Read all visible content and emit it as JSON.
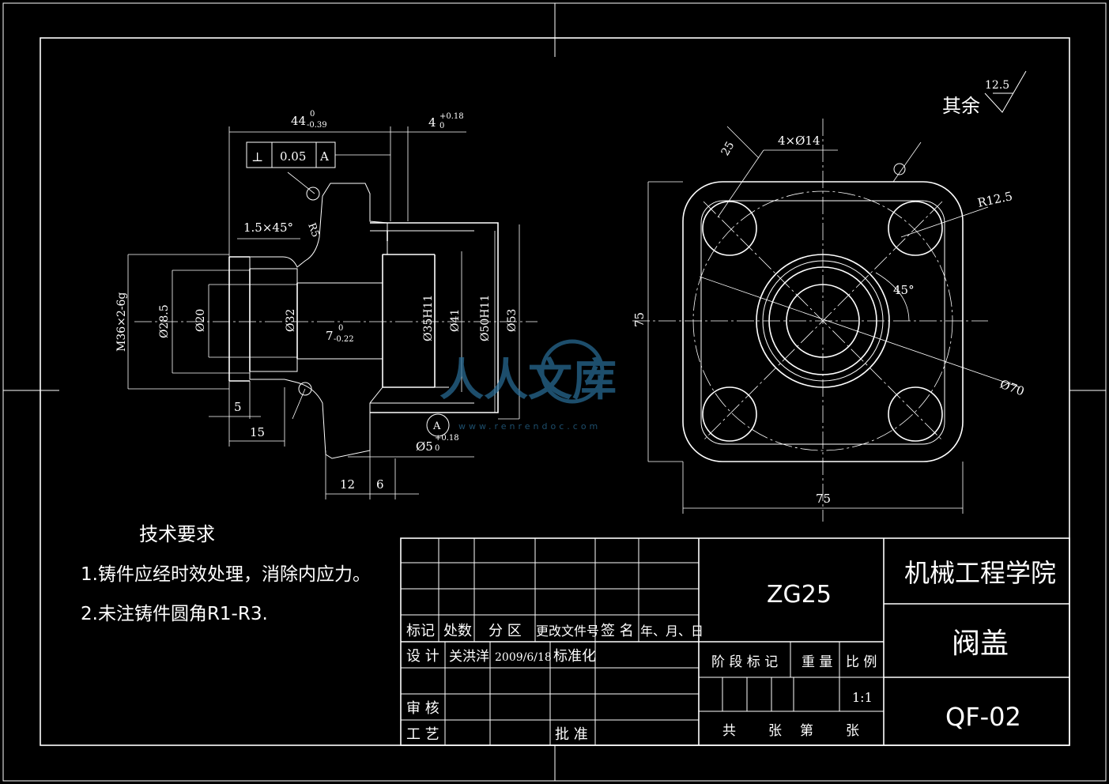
{
  "roughness": {
    "prefix": "其余",
    "value": "12.5"
  },
  "section": {
    "dim_44": "44",
    "dim_44_upper": "0",
    "dim_44_lower": "-0.39",
    "dim_4": "4",
    "dim_4_upper": "+0.18",
    "dim_4_lower": "0",
    "tolerance_symbol": "⊥",
    "tolerance_value": "0.05",
    "tolerance_datum": "A",
    "r5": "R5",
    "chamfer": "1.5×45°",
    "m36": "M36×2-6g",
    "d28": "Ø28.5",
    "d20": "Ø20",
    "d32": "Ø32",
    "dim_7": "7",
    "dim_7_upper": "0",
    "dim_7_lower": "-0.22",
    "d35": "Ø35H11",
    "d41": "Ø41",
    "d50": "Ø50H11",
    "d53": "Ø53",
    "dim_5": "5",
    "dim_15": "15",
    "dim_12": "12",
    "dim_6": "6",
    "dim_05": "Ø5",
    "dim_05_upper": "+0.18",
    "dim_05_lower": "0",
    "datum_a": "A"
  },
  "plan": {
    "holes": "4×Ø14",
    "angle_25": "25",
    "r125": "R12.5",
    "angle_45": "45°",
    "d70": "Ø70",
    "width_75": "75",
    "height_75": "75"
  },
  "notes": {
    "title": "技术要求",
    "line1": "1.铸件应经时效处理，消除内应力。",
    "line2": "2.未注铸件圆角R1-R3."
  },
  "title_block": {
    "material": "ZG25",
    "school": "机械工程学院",
    "part_name": "阀盖",
    "drawing_no": "QF-02",
    "h_mark": "标记",
    "h_count": "处数",
    "h_zone": "分 区",
    "h_doc": "更改文件号",
    "h_sign": "签 名",
    "h_date": "年、月、日",
    "designer_label": "设 计",
    "designer": "关洪洋",
    "design_date": "2009/6/18",
    "standardize": "标准化",
    "review": "审 核",
    "process": "工 艺",
    "approve": "批 准",
    "stage": "阶 段 标 记",
    "weight": "重 量",
    "scale_label": "比 例",
    "scale": "1:1",
    "total": "共",
    "sheets1": "张",
    "page": "第",
    "sheets2": "张"
  },
  "watermark": {
    "text": "人人文库",
    "url": "www.renrendoc.com"
  }
}
